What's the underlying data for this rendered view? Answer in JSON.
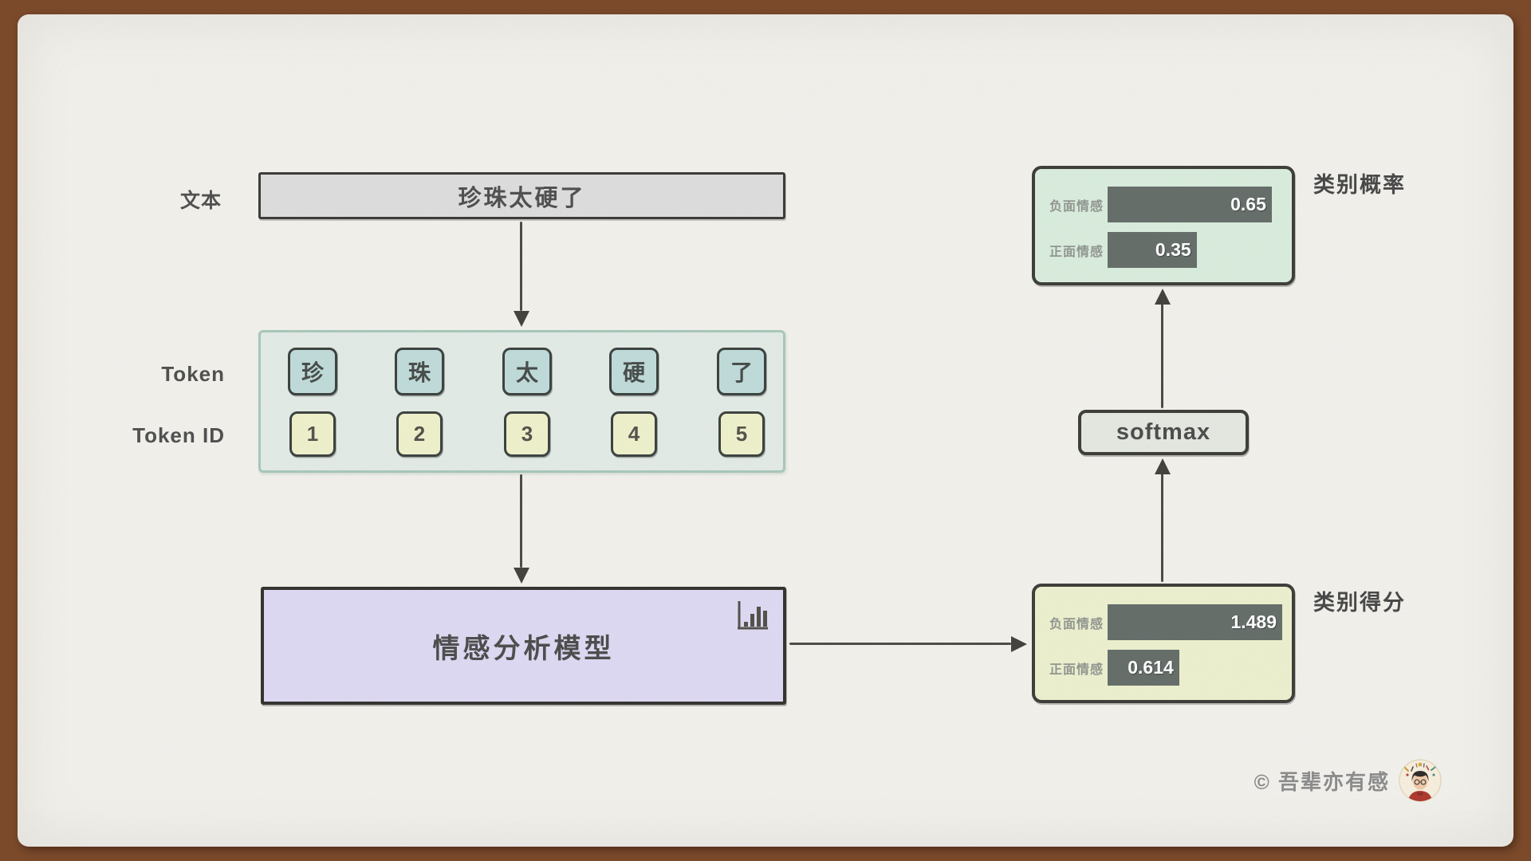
{
  "stage_labels": {
    "text": "文本",
    "token": "Token",
    "token_id": "Token ID"
  },
  "input_text": "珍珠太硬了",
  "tokens": [
    {
      "char": "珍",
      "id": "1"
    },
    {
      "char": "珠",
      "id": "2"
    },
    {
      "char": "太",
      "id": "3"
    },
    {
      "char": "硬",
      "id": "4"
    },
    {
      "char": "了",
      "id": "5"
    }
  ],
  "model": {
    "label": "情感分析模型",
    "icon": "bar-chart-icon"
  },
  "softmax": {
    "label": "softmax"
  },
  "score_panel": {
    "title": "类别得分",
    "rows": [
      {
        "label": "负面情感",
        "value": "1.489",
        "width_pct": 100
      },
      {
        "label": "正面情感",
        "value": "0.614",
        "width_pct": 41
      }
    ]
  },
  "prob_panel": {
    "title": "类别概率",
    "rows": [
      {
        "label": "负面情感",
        "value": "0.65",
        "width_pct": 94
      },
      {
        "label": "正面情感",
        "value": "0.35",
        "width_pct": 51
      }
    ]
  },
  "credit": "© 吾辈亦有感",
  "colors": {
    "frame": "#7b4a2b",
    "paper": "#f1f0eb",
    "text_box": "#dcdcdc",
    "token_panel": "#e2eae5",
    "token_chip": "#bedad8",
    "token_id_chip": "#edf0ca",
    "model_box": "#ddd8f2",
    "score_panel": "#ebefcd",
    "prob_panel": "#d8ecdc",
    "softmax_box": "#e3e7e0",
    "bar": "#646c68",
    "ink": "#3c3c37"
  },
  "chart_data": [
    {
      "type": "bar",
      "orientation": "horizontal",
      "title": "类别得分",
      "categories": [
        "负面情感",
        "正面情感"
      ],
      "values": [
        1.489,
        0.614
      ],
      "legend": "none",
      "grid": false
    },
    {
      "type": "bar",
      "orientation": "horizontal",
      "title": "类别概率",
      "categories": [
        "负面情感",
        "正面情感"
      ],
      "values": [
        0.65,
        0.35
      ],
      "legend": "none",
      "grid": false
    }
  ]
}
